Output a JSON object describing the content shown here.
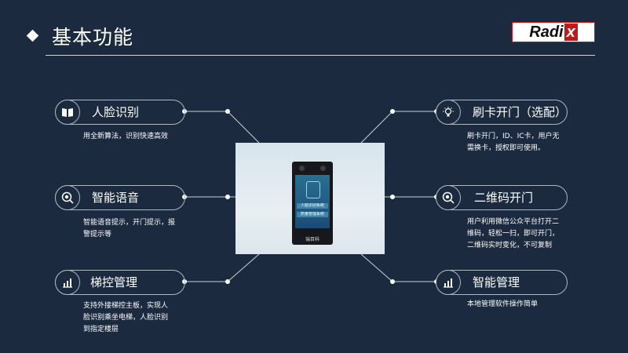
{
  "header": {
    "title": "基本功能"
  },
  "logo": {
    "main": "Radi",
    "accent": "x"
  },
  "features": {
    "face": {
      "label": "人脸识别",
      "icon": "book-icon",
      "desc": [
        "用全新算法，识别快速高效"
      ]
    },
    "voice": {
      "label": "智能语音",
      "icon": "target-icon",
      "desc": [
        "智能语音提示，开门提示，报",
        "警提示等"
      ]
    },
    "elevator": {
      "label": "梯控管理",
      "icon": "bar-chart-icon",
      "desc": [
        "支持外接梯控主板，实现人",
        "脸识别乘坐电梯，人脸识别",
        "到指定楼层"
      ]
    },
    "card": {
      "label": "刷卡开门（选配）",
      "icon": "lightbulb-icon",
      "desc": [
        "刷卡开门，ID、IC卡，用户无",
        "需换卡，授权即可使用。"
      ]
    },
    "qrcode": {
      "label": "二维码开门",
      "icon": "target-icon",
      "desc": [
        "用户利用微信公众平台打开二",
        "维码，轻松一扫，即可开门，",
        "二维码实时变化，不可复制"
      ]
    },
    "smart": {
      "label": "智能管理",
      "icon": "bar-chart-icon",
      "desc": [
        "本地管理软件操作简单"
      ]
    }
  },
  "device": {
    "screen_line1": "人脸识别系统",
    "screen_line2": "质量管理系统",
    "brand": "瑞目科"
  }
}
